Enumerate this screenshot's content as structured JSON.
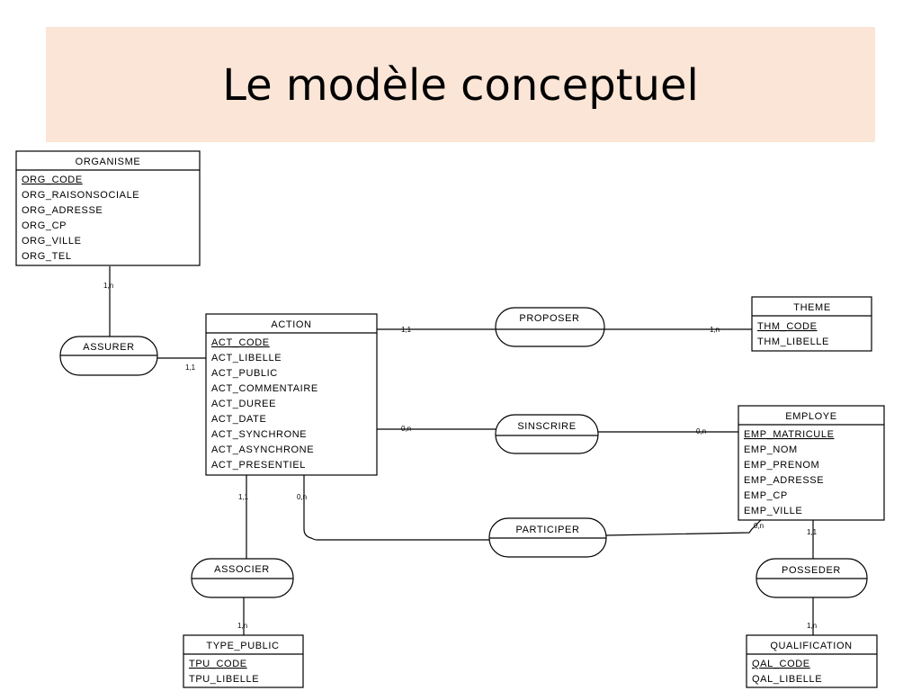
{
  "slide": {
    "title": "Le modèle conceptuel"
  },
  "entities": {
    "organisme": {
      "name": "ORGANISME",
      "key": "ORG_CODE",
      "attributes": [
        "ORG_RAISONSOCIALE",
        "ORG_ADRESSE",
        "ORG_CP",
        "ORG_VILLE",
        "ORG_TEL"
      ]
    },
    "action": {
      "name": "ACTION",
      "key": "ACT_CODE",
      "attributes": [
        "ACT_LIBELLE",
        "ACT_PUBLIC",
        "ACT_COMMENTAIRE",
        "ACT_DUREE",
        "ACT_DATE",
        "ACT_SYNCHRONE",
        "ACT_ASYNCHRONE",
        "ACT_PRESENTIEL"
      ]
    },
    "theme": {
      "name": "THEME",
      "key": "THM_CODE",
      "attributes": [
        "THM_LIBELLE"
      ]
    },
    "employe": {
      "name": "EMPLOYE",
      "key": "EMP_MATRICULE",
      "attributes": [
        "EMP_NOM",
        "EMP_PRENOM",
        "EMP_ADRESSE",
        "EMP_CP",
        "EMP_VILLE"
      ]
    },
    "type_public": {
      "name": "TYPE_PUBLIC",
      "key": "TPU_CODE",
      "attributes": [
        "TPU_LIBELLE"
      ]
    },
    "qualification": {
      "name": "QUALIFICATION",
      "key": "QAL_CODE",
      "attributes": [
        "QAL_LIBELLE"
      ]
    }
  },
  "relations": {
    "assurer": "ASSURER",
    "proposer": "PROPOSER",
    "sinscrire": "SINSCRIRE",
    "participer": "PARTICIPER",
    "associer": "ASSOCIER",
    "posseder": "POSSEDER"
  },
  "cardinalities": {
    "organisme_assurer": "1,n",
    "action_assurer": "1,1",
    "action_proposer": "1,1",
    "theme_proposer": "1,n",
    "action_sinscrire": "0,n",
    "employe_sinscrire": "0,n",
    "action_associer": "1,1",
    "action_participer": "0,n",
    "employe_participer": "0,n",
    "employe_posseder": "1,1",
    "type_public_associer": "1,n",
    "qualification_posseder": "1,n"
  }
}
